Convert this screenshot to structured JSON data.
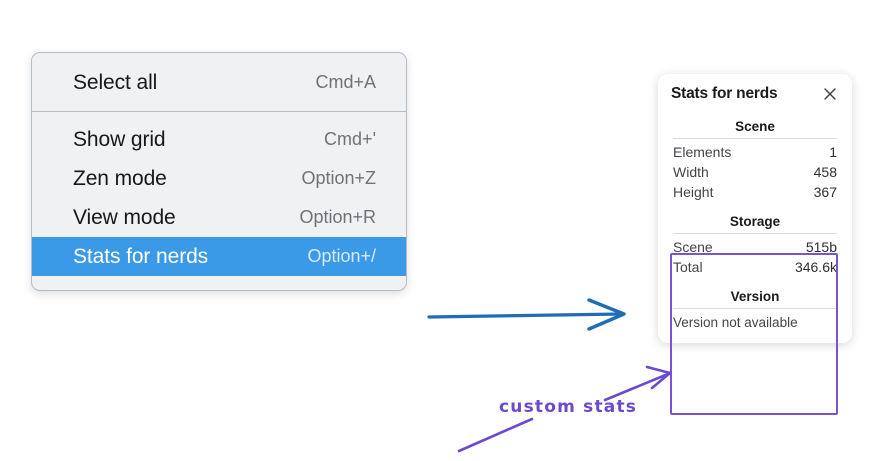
{
  "context_menu": {
    "groups": [
      {
        "items": [
          {
            "label": "Select all",
            "shortcut": "Cmd+A",
            "selected": false
          }
        ]
      },
      {
        "items": [
          {
            "label": "Show grid",
            "shortcut": "Cmd+'",
            "selected": false
          },
          {
            "label": "Zen mode",
            "shortcut": "Option+Z",
            "selected": false
          },
          {
            "label": "View mode",
            "shortcut": "Option+R",
            "selected": false
          },
          {
            "label": "Stats for nerds",
            "shortcut": "Option+/",
            "selected": true
          }
        ]
      }
    ]
  },
  "stats_panel": {
    "title": "Stats for nerds",
    "close_icon": "close-icon",
    "sections": [
      {
        "name": "Scene",
        "rows": [
          {
            "label": "Elements",
            "value": "1"
          },
          {
            "label": "Width",
            "value": "458"
          },
          {
            "label": "Height",
            "value": "367"
          }
        ]
      },
      {
        "name": "Storage",
        "rows": [
          {
            "label": "Scene",
            "value": "515b"
          },
          {
            "label": "Total",
            "value": "346.6k"
          }
        ]
      },
      {
        "name": "Version",
        "note": "Version not available"
      }
    ]
  },
  "annotations": {
    "custom_stats_label": "custom stats",
    "arrow_color": "#1f6eb5",
    "highlight_color": "#7b52d6"
  }
}
